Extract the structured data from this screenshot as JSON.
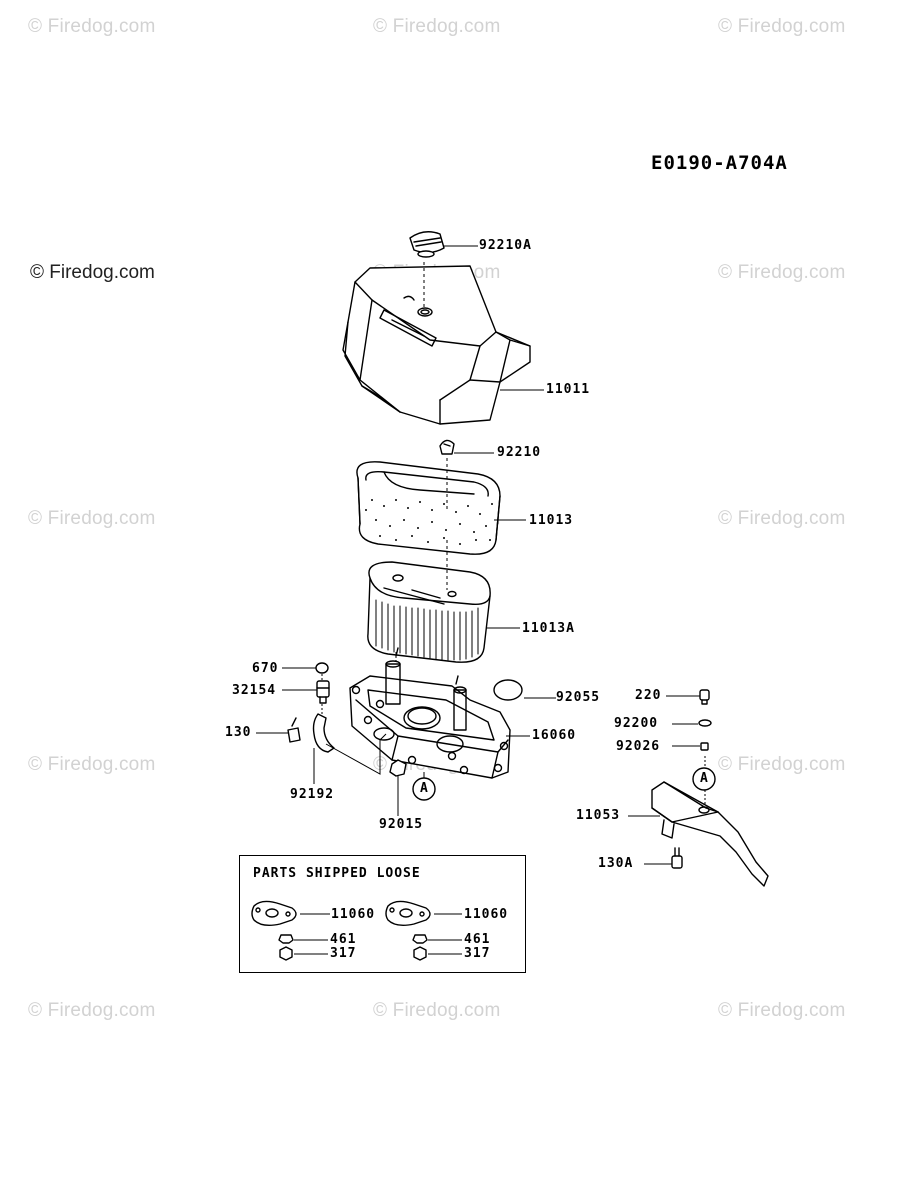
{
  "diagram_code": "E0190-A704A",
  "watermark_text": "© Firedog.com",
  "loose_parts_title": "PARTS SHIPPED LOOSE",
  "callouts": {
    "p92210A": "92210A",
    "p11011": "11011",
    "p92210": "92210",
    "p11013": "11013",
    "p11013A": "11013A",
    "p670": "670",
    "p32154": "32154",
    "p130": "130",
    "p92192": "92192",
    "p92015": "92015",
    "p92055": "92055",
    "p16060": "16060",
    "p220": "220",
    "p92200": "92200",
    "p92026": "92026",
    "p11053": "11053",
    "p130A": "130A",
    "loose_11060_left": "11060",
    "loose_461_left": "461",
    "loose_317_left": "317",
    "loose_11060_right": "11060",
    "loose_461_right": "461",
    "loose_317_right": "317"
  },
  "ref_markers": {
    "marker_left": "A",
    "marker_right": "A"
  }
}
